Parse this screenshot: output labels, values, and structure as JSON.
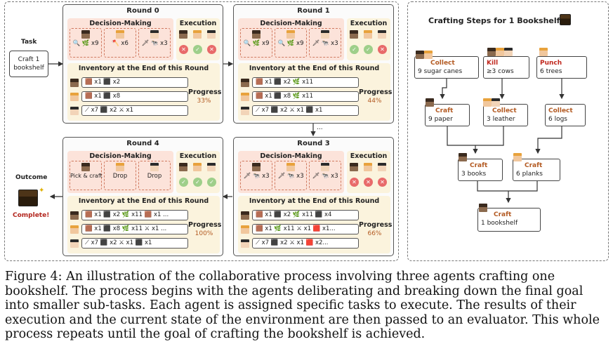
{
  "task": {
    "label": "Task",
    "box_line1": "Craft 1",
    "box_line2": "bookshelf"
  },
  "outcome": {
    "label": "Outcome",
    "status": "Complete!"
  },
  "headers": {
    "decision_making": "Decision-Making",
    "execution": "Execution",
    "inventory": "Inventory at the End of this Round",
    "progress": "Progress"
  },
  "ellipsis": "...",
  "rounds": [
    {
      "title": "Round 0",
      "decisions": [
        "🔍 🌿 x9",
        "🪓 x6",
        "🗡 🐄 x3"
      ],
      "execution": [
        "✕",
        "✓",
        "✕"
      ],
      "inventory": [
        "🟫 x1  ⬛ x2",
        "🟫 x1  ⬛ x8",
        "⟋ x7  ⬛ x2  ⚔ x1"
      ],
      "progress": "33%"
    },
    {
      "title": "Round 1",
      "decisions": [
        "🔍 🌿 x9",
        "🔍 🌿 x9",
        "🗡 🐄 x3"
      ],
      "execution": [
        "✓",
        "✓",
        "✕"
      ],
      "inventory": [
        "🟫 x1  ⬛ x2  🌿 x11",
        "🟫 x1  ⬛ x8  🌿 x11",
        "⟋ x7  ⬛ x2  ⚔ x1  ⬛ x1"
      ],
      "progress": "44%"
    },
    {
      "title": "Round 3",
      "decisions": [
        "🗡 🐄 x3",
        "🗡 🐄 x3",
        "🗡 🐄 x3"
      ],
      "execution": [
        "✕",
        "✕",
        "✕"
      ],
      "inventory": [
        "🟫 x1  ⬛ x2  🌿 x11 ⬛ x4",
        "🟫 x1  🌿 x11 ⚔ x1  🟥 x1...",
        "⟋ x7  ⬛ x2  ⚔ x1  🟥 x2..."
      ],
      "progress": "66%"
    },
    {
      "title": "Round 4",
      "decisions": [
        "Pick & craft",
        "Drop",
        "Drop"
      ],
      "execution": [
        "✓",
        "✓",
        "✓"
      ],
      "inventory": [
        "🟫 x1  ⬛ x2  🌿 x11 🟫 x1 ...",
        "🟫 x1  ⬛ x8  🌿 x11 ⚔ x1 ...",
        "⟋ x7  ⬛ x2  ⚔ x1  ⬛ x1"
      ],
      "progress": "100%"
    }
  ],
  "crafting": {
    "title": "Crafting Steps for 1 Bookshelf",
    "steps": [
      {
        "verb": "Collect",
        "detail": "9 sugar canes"
      },
      {
        "verb": "Kill",
        "detail": "≥3 cows"
      },
      {
        "verb": "Punch",
        "detail": "6 trees"
      },
      {
        "verb": "Craft",
        "detail": "9 paper"
      },
      {
        "verb": "Collect",
        "detail": "3 leather"
      },
      {
        "verb": "Collect",
        "detail": "6 logs"
      },
      {
        "verb": "Craft",
        "detail": "3 books"
      },
      {
        "verb": "Craft",
        "detail": "6 planks"
      },
      {
        "verb": "Craft",
        "detail": "1 bookshelf"
      }
    ]
  },
  "caption": "Figure 4: An illustration of the collaborative process involving three agents crafting one bookshelf. The process begins with the agents deliberating and breaking down the final goal into smaller sub-tasks. Each agent is assigned specific tasks to execute. The results of their execution and the current state of the environment are then passed to an evaluator. This whole process repeats until the goal of crafting the bookshelf is achieved."
}
